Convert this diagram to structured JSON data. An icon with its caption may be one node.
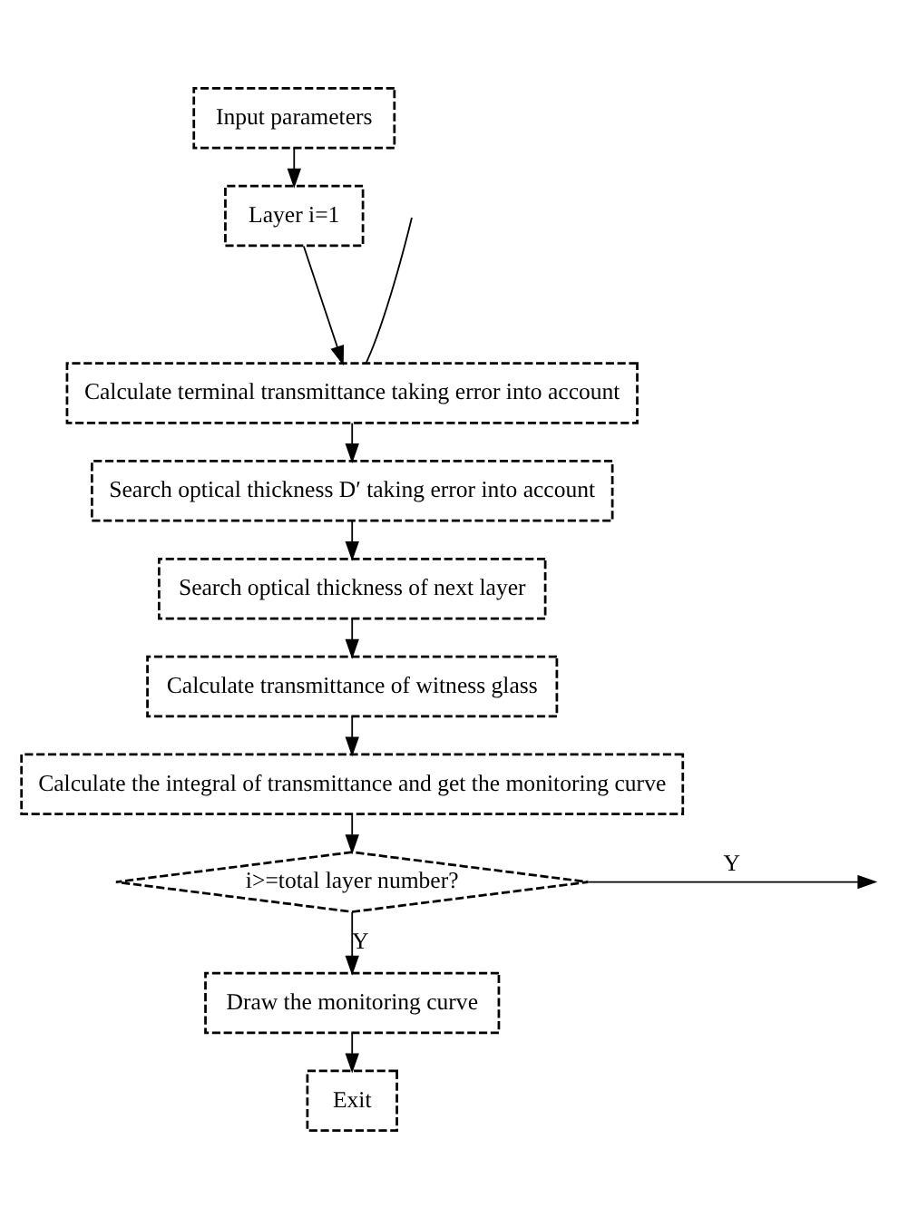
{
  "diagram": {
    "nodes": [
      {
        "text": [
          "Input parameters"
        ]
      },
      {
        "text": [
          "Layer i=1"
        ]
      },
      {
        "text": [
          "Calculate terminal transmittance taking error into account"
        ]
      },
      {
        "text": [
          "Search optical thickness D′ taking error into account"
        ]
      },
      {
        "text": [
          "Search optical thickness of next layer"
        ]
      },
      {
        "text": [
          "Calculate transmittance of witness glass"
        ]
      },
      {
        "text": [
          "Calculate the integral of transmittance and get the monitoring curve"
        ]
      },
      {
        "text": [
          "i>=total layer number?"
        ]
      },
      {
        "text": [
          "Draw the monitoring curve"
        ]
      },
      {
        "text": [
          "Exit"
        ]
      }
    ],
    "edges": [
      {
        "from": 0,
        "to": 1,
        "arrow": "to"
      },
      {
        "from": 1,
        "to": 2,
        "arrow": "to"
      },
      {
        "from": null,
        "to": 2,
        "arrow": "none"
      },
      {
        "from": 2,
        "to": 3,
        "arrow": "to"
      },
      {
        "from": 3,
        "to": 4,
        "arrow": "to"
      },
      {
        "from": 4,
        "to": 5,
        "arrow": "to"
      },
      {
        "from": 5,
        "to": 6,
        "arrow": "to"
      },
      {
        "from": 6,
        "to": 7,
        "arrow": "to"
      },
      {
        "from": 7,
        "to": null,
        "arrow": "to",
        "label": "Y"
      },
      {
        "from": 7,
        "to": 8,
        "arrow": "to",
        "label": "Y"
      },
      {
        "from": 8,
        "to": 9,
        "arrow": "to"
      }
    ]
  }
}
